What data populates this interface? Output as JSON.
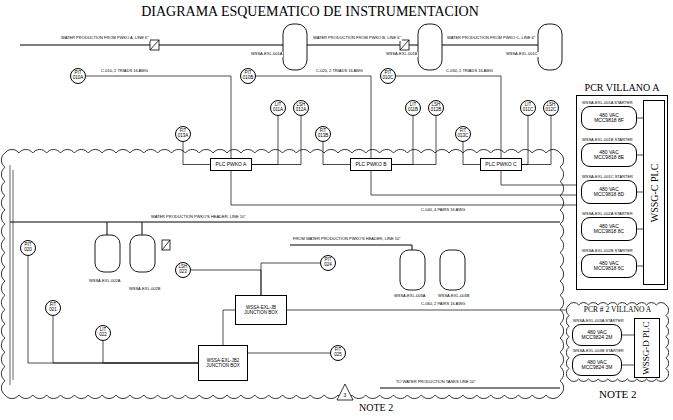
{
  "diagram": {
    "title": "DIAGRAMA ESQUEMATICO DE INSTRUMENTACION",
    "nodes": [
      {
        "text": [
          "PCR VILLANO A"
        ]
      },
      {
        "text": [
          "WSSA-EXL-001A STARTER",
          "480 VAC MCC9818 8F"
        ],
        "in": 0
      },
      {
        "text": [
          "WSSA-EXL-001B STARTER",
          "480 VAC MCC9818 8E"
        ],
        "in": 0
      },
      {
        "text": [
          "WSSA-EXL-001C STARTER",
          "480 VAC MCC9818 8D"
        ],
        "in": 0
      },
      {
        "text": [
          "WSSA-EXL-002A STARTER",
          "480 VAC MCC9818 8C"
        ],
        "in": 0
      },
      {
        "text": [
          "WSSA-EXL-002B STARTER",
          "480 VAC MCC9818 6C"
        ],
        "in": 0
      },
      {
        "text": [
          "WSSG-C PLC"
        ],
        "in": 0
      },
      {
        "text": [
          "PCR # 2 VILLANO A"
        ]
      },
      {
        "text": [
          "WSSA-EXL-003A STARTER",
          "480 VAC MCC9824 2M"
        ],
        "in": 7
      },
      {
        "text": [
          "WSSA-EXL-003B STARTER",
          "480 VAC MCC9824 3M"
        ],
        "in": 7
      },
      {
        "text": [
          "WSSG-D PLC"
        ],
        "in": 7
      },
      {
        "text": [
          "PLC PWKO A"
        ]
      },
      {
        "text": [
          "PLC PWKO B"
        ]
      },
      {
        "text": [
          "PLC PWKO C"
        ]
      },
      {
        "text": [
          "WSSA-EXL-JB JUNCTION BOX"
        ]
      },
      {
        "text": [
          "WSSA-EXL-JB2 JUNCTION BOX"
        ]
      },
      {
        "text": [
          "PIT",
          "010A"
        ]
      },
      {
        "text": [
          "LIT",
          "011A"
        ]
      },
      {
        "text": [
          "LSH",
          "012A"
        ]
      },
      {
        "text": [
          "FIT",
          "013A"
        ]
      },
      {
        "text": [
          "PIT",
          "010B"
        ]
      },
      {
        "text": [
          "LIT",
          "011B"
        ]
      },
      {
        "text": [
          "LSH",
          "012B"
        ]
      },
      {
        "text": [
          "FIT",
          "013B"
        ]
      },
      {
        "text": [
          "PIT",
          "010C"
        ]
      },
      {
        "text": [
          "LIT",
          "011C"
        ]
      },
      {
        "text": [
          "LSH",
          "012C"
        ]
      },
      {
        "text": [
          "FIT",
          "013C"
        ]
      },
      {
        "text": [
          "PIT",
          "020"
        ]
      },
      {
        "text": [
          "FIT",
          "021"
        ]
      },
      {
        "text": [
          "LIT",
          "022"
        ]
      },
      {
        "text": [
          "LSH",
          "023"
        ]
      },
      {
        "text": [
          "PIT",
          "024"
        ]
      },
      {
        "text": [
          "FIT",
          "025"
        ]
      }
    ],
    "edges": [
      {
        "from": 1,
        "to": 6,
        "arrow": "none"
      },
      {
        "from": 2,
        "to": 6,
        "arrow": "none"
      },
      {
        "from": 3,
        "to": 6,
        "arrow": "none"
      },
      {
        "from": 4,
        "to": 6,
        "arrow": "none"
      },
      {
        "from": 5,
        "to": 6,
        "arrow": "none"
      },
      {
        "from": 8,
        "to": 10,
        "arrow": "none"
      },
      {
        "from": 9,
        "to": 10,
        "arrow": "none"
      },
      {
        "from": 11,
        "to": 0,
        "arrow": "none"
      },
      {
        "from": 12,
        "to": 0,
        "arrow": "none"
      },
      {
        "from": 13,
        "to": 0,
        "arrow": "none"
      },
      {
        "from": 14,
        "to": 7,
        "arrow": "none"
      },
      {
        "from": 15,
        "to": 14,
        "arrow": "none"
      },
      {
        "from": 16,
        "to": 11,
        "arrow": "none"
      },
      {
        "from": 17,
        "to": 11,
        "arrow": "none"
      },
      {
        "from": 18,
        "to": 11,
        "arrow": "none"
      },
      {
        "from": 19,
        "to": 11,
        "arrow": "none"
      },
      {
        "from": 20,
        "to": 12,
        "arrow": "none"
      },
      {
        "from": 21,
        "to": 12,
        "arrow": "none"
      },
      {
        "from": 22,
        "to": 12,
        "arrow": "none"
      },
      {
        "from": 23,
        "to": 12,
        "arrow": "none"
      },
      {
        "from": 24,
        "to": 13,
        "arrow": "none"
      },
      {
        "from": 25,
        "to": 13,
        "arrow": "none"
      },
      {
        "from": 26,
        "to": 13,
        "arrow": "none"
      },
      {
        "from": 27,
        "to": 13,
        "arrow": "none"
      },
      {
        "from": 28,
        "to": 15,
        "arrow": "none"
      },
      {
        "from": 29,
        "to": 15,
        "arrow": "none"
      },
      {
        "from": 30,
        "to": 15,
        "arrow": "none"
      },
      {
        "from": 31,
        "to": 14,
        "arrow": "none"
      },
      {
        "from": 32,
        "to": 14,
        "arrow": "none"
      },
      {
        "from": 33,
        "to": 15,
        "arrow": "none"
      }
    ],
    "labels": [
      "WATER PRODUCTION FROM PWKO A, LINE 6\"",
      "WATER PRODUCTION FROM PWKO B, LINE 6\"",
      "WATER PRODUCTION FROM PWKO C, LINE 6\"",
      "WSSA-EXL-001A",
      "WSSA-EXL-001B",
      "WSSA-EXL-001C",
      "C-010, 2 TRIADS 16 AWG",
      "C-020, 2 TRIADS 16 AWG",
      "C-030, 2 TRIADS 16 AWG",
      "C-040, 4 PAIRS 16 AWG",
      "WATER PRODUCTION PWKO'S HEADER, LINE 10\"",
      "FROM WATER PRODUCTION PWKO'S HEADER, LINE 10\"",
      "WSSA-EXL-002A",
      "WSSA-EXL-002B",
      "WSSA-EXL-003A",
      "WSSA-EXL-003B",
      "C-060, 2 PAIRS 16 AWG",
      "TO WATER PRODUCTION TANKS LINE 10\"",
      "3",
      "NOTE 2",
      "NOTE 2"
    ]
  }
}
